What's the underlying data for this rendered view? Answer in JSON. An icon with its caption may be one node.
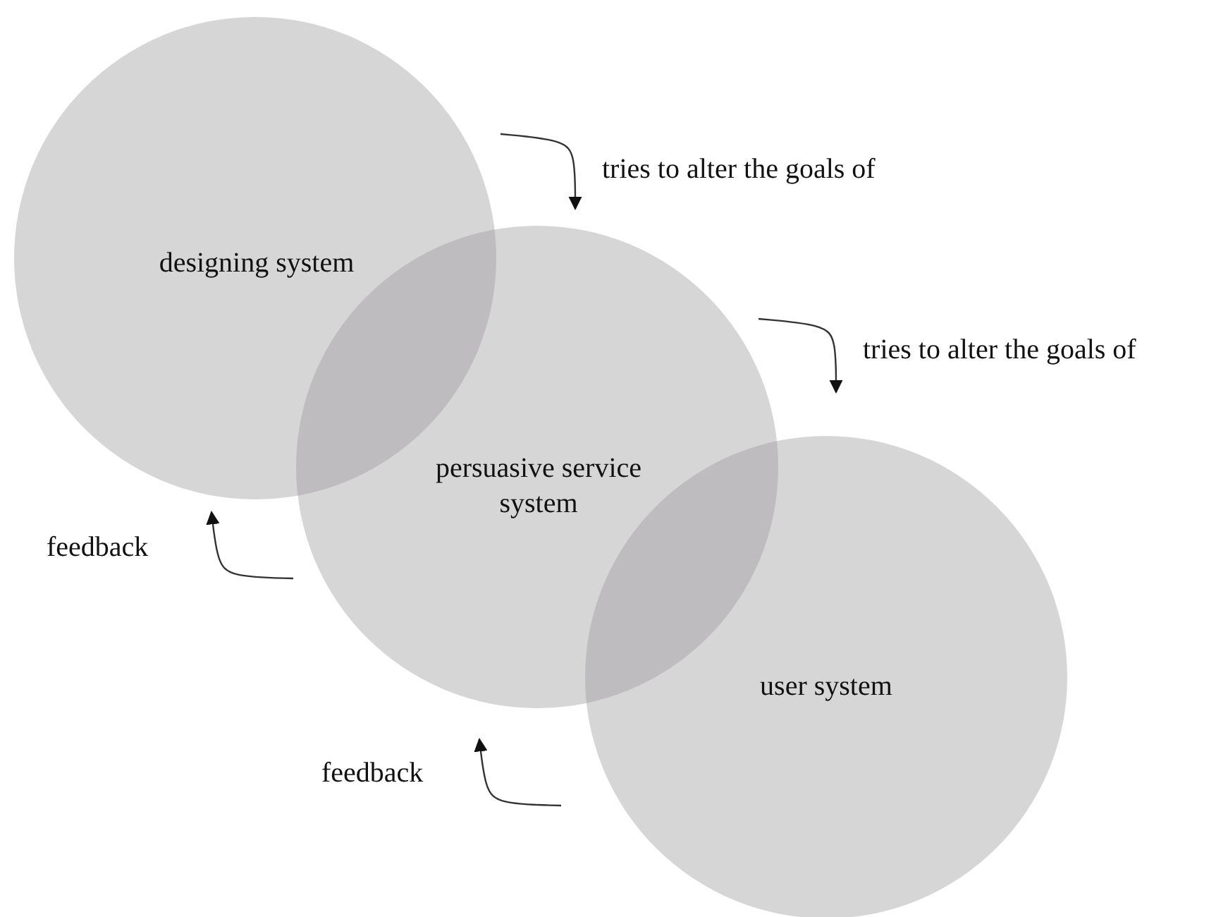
{
  "diagram": {
    "nodes": [
      {
        "text": [
          "designing system"
        ]
      },
      {
        "text": [
          "persuasive service system"
        ]
      },
      {
        "text": [
          "user system"
        ]
      }
    ],
    "edges": [
      {
        "from": 0,
        "to": 1,
        "arrow": "to",
        "label": "tries to alter the goals of"
      },
      {
        "from": 1,
        "to": 2,
        "arrow": "to",
        "label": "tries to alter the goals of"
      },
      {
        "from": 1,
        "to": 0,
        "arrow": "to",
        "label": "feedback"
      },
      {
        "from": 2,
        "to": 1,
        "arrow": "to",
        "label": "feedback"
      }
    ]
  }
}
